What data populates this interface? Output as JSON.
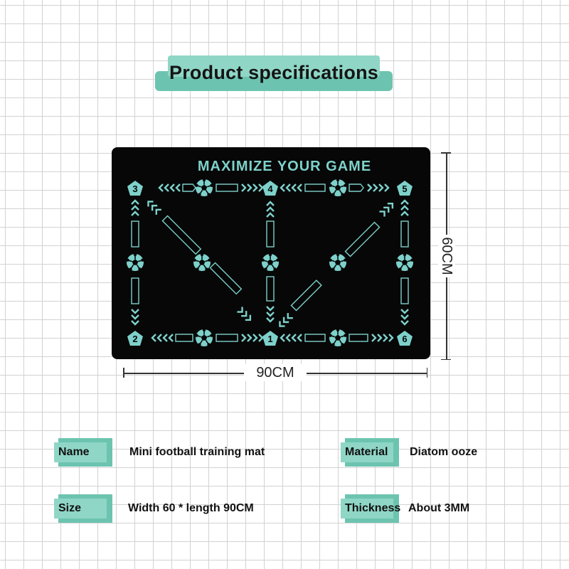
{
  "title": "Product specifications",
  "mat": {
    "heading": "MAXIMIZE YOUR GAME",
    "markers": [
      {
        "label": "3"
      },
      {
        "label": "4"
      },
      {
        "label": "5"
      },
      {
        "label": "2"
      },
      {
        "label": "1"
      },
      {
        "label": "6"
      }
    ],
    "colors": {
      "background": "#070707",
      "accent": "#7ed1cb"
    }
  },
  "dimensions": {
    "width_label": "90CM",
    "height_label": "60CM"
  },
  "specs": [
    {
      "label": "Name",
      "value": "Mini football training mat"
    },
    {
      "label": "Material",
      "value": "Diatom ooze"
    },
    {
      "label": "Size",
      "value": "Width 60 * length 90CM"
    },
    {
      "label": "Thickness",
      "value": "About 3MM"
    }
  ],
  "colors": {
    "tag": "#8fd6c6",
    "tag_shadow": "#6cc4b0",
    "grid": "#d2d2d2"
  }
}
